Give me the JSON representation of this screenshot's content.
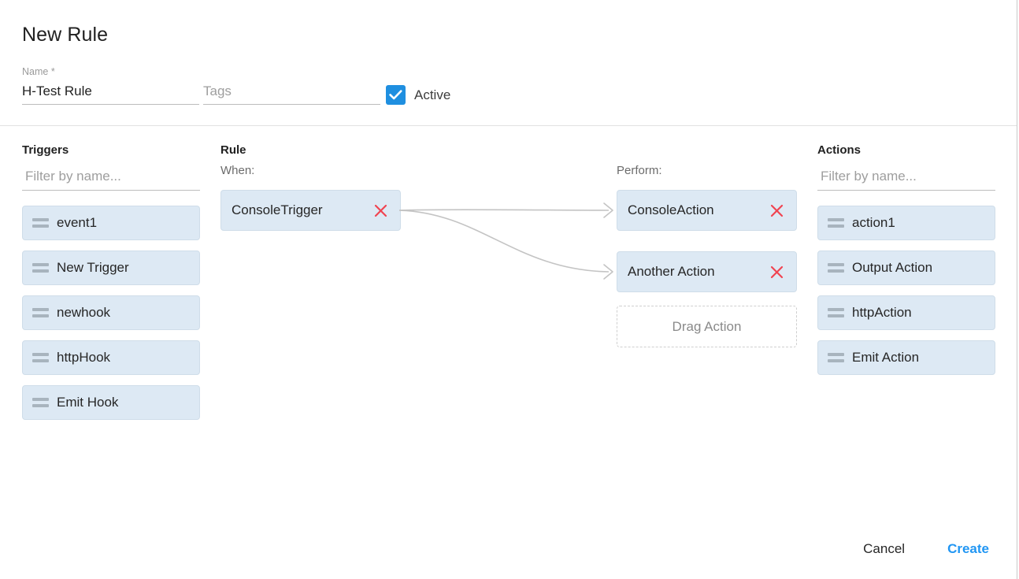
{
  "header": {
    "title": "New Rule",
    "name_field": {
      "label": "Name *",
      "value": "H-Test Rule",
      "placeholder": ""
    },
    "tags_field": {
      "label": "",
      "value": "",
      "placeholder": "Tags"
    },
    "active": {
      "label": "Active",
      "checked": true,
      "color": "#1f8fe0"
    }
  },
  "triggers_panel": {
    "title": "Triggers",
    "filter_placeholder": "Filter by name...",
    "filter_value": "",
    "items": [
      {
        "label": "event1"
      },
      {
        "label": "New Trigger"
      },
      {
        "label": "newhook"
      },
      {
        "label": "httpHook"
      },
      {
        "label": "Emit Hook"
      }
    ]
  },
  "rule_panel": {
    "title": "Rule",
    "when_label": "When:",
    "perform_label": "Perform:",
    "trigger": {
      "label": "ConsoleTrigger",
      "remove_icon": "close-icon"
    },
    "actions": [
      {
        "label": "ConsoleAction",
        "remove_icon": "close-icon"
      },
      {
        "label": "Another Action",
        "remove_icon": "close-icon"
      }
    ],
    "dropzone_label": "Drag Action"
  },
  "actions_panel": {
    "title": "Actions",
    "filter_placeholder": "Filter by name...",
    "filter_value": "",
    "items": [
      {
        "label": "action1"
      },
      {
        "label": "Output Action"
      },
      {
        "label": "httpAction"
      },
      {
        "label": "Emit Action"
      }
    ]
  },
  "footer": {
    "cancel_label": "Cancel",
    "create_label": "Create"
  },
  "colors": {
    "accent": "#2196f3",
    "checkbox": "#1f8fe0",
    "remove": "#f04451",
    "chip_bg": "#dde9f4",
    "chip_border": "#cfdde9",
    "connector": "#bdbdbd"
  }
}
